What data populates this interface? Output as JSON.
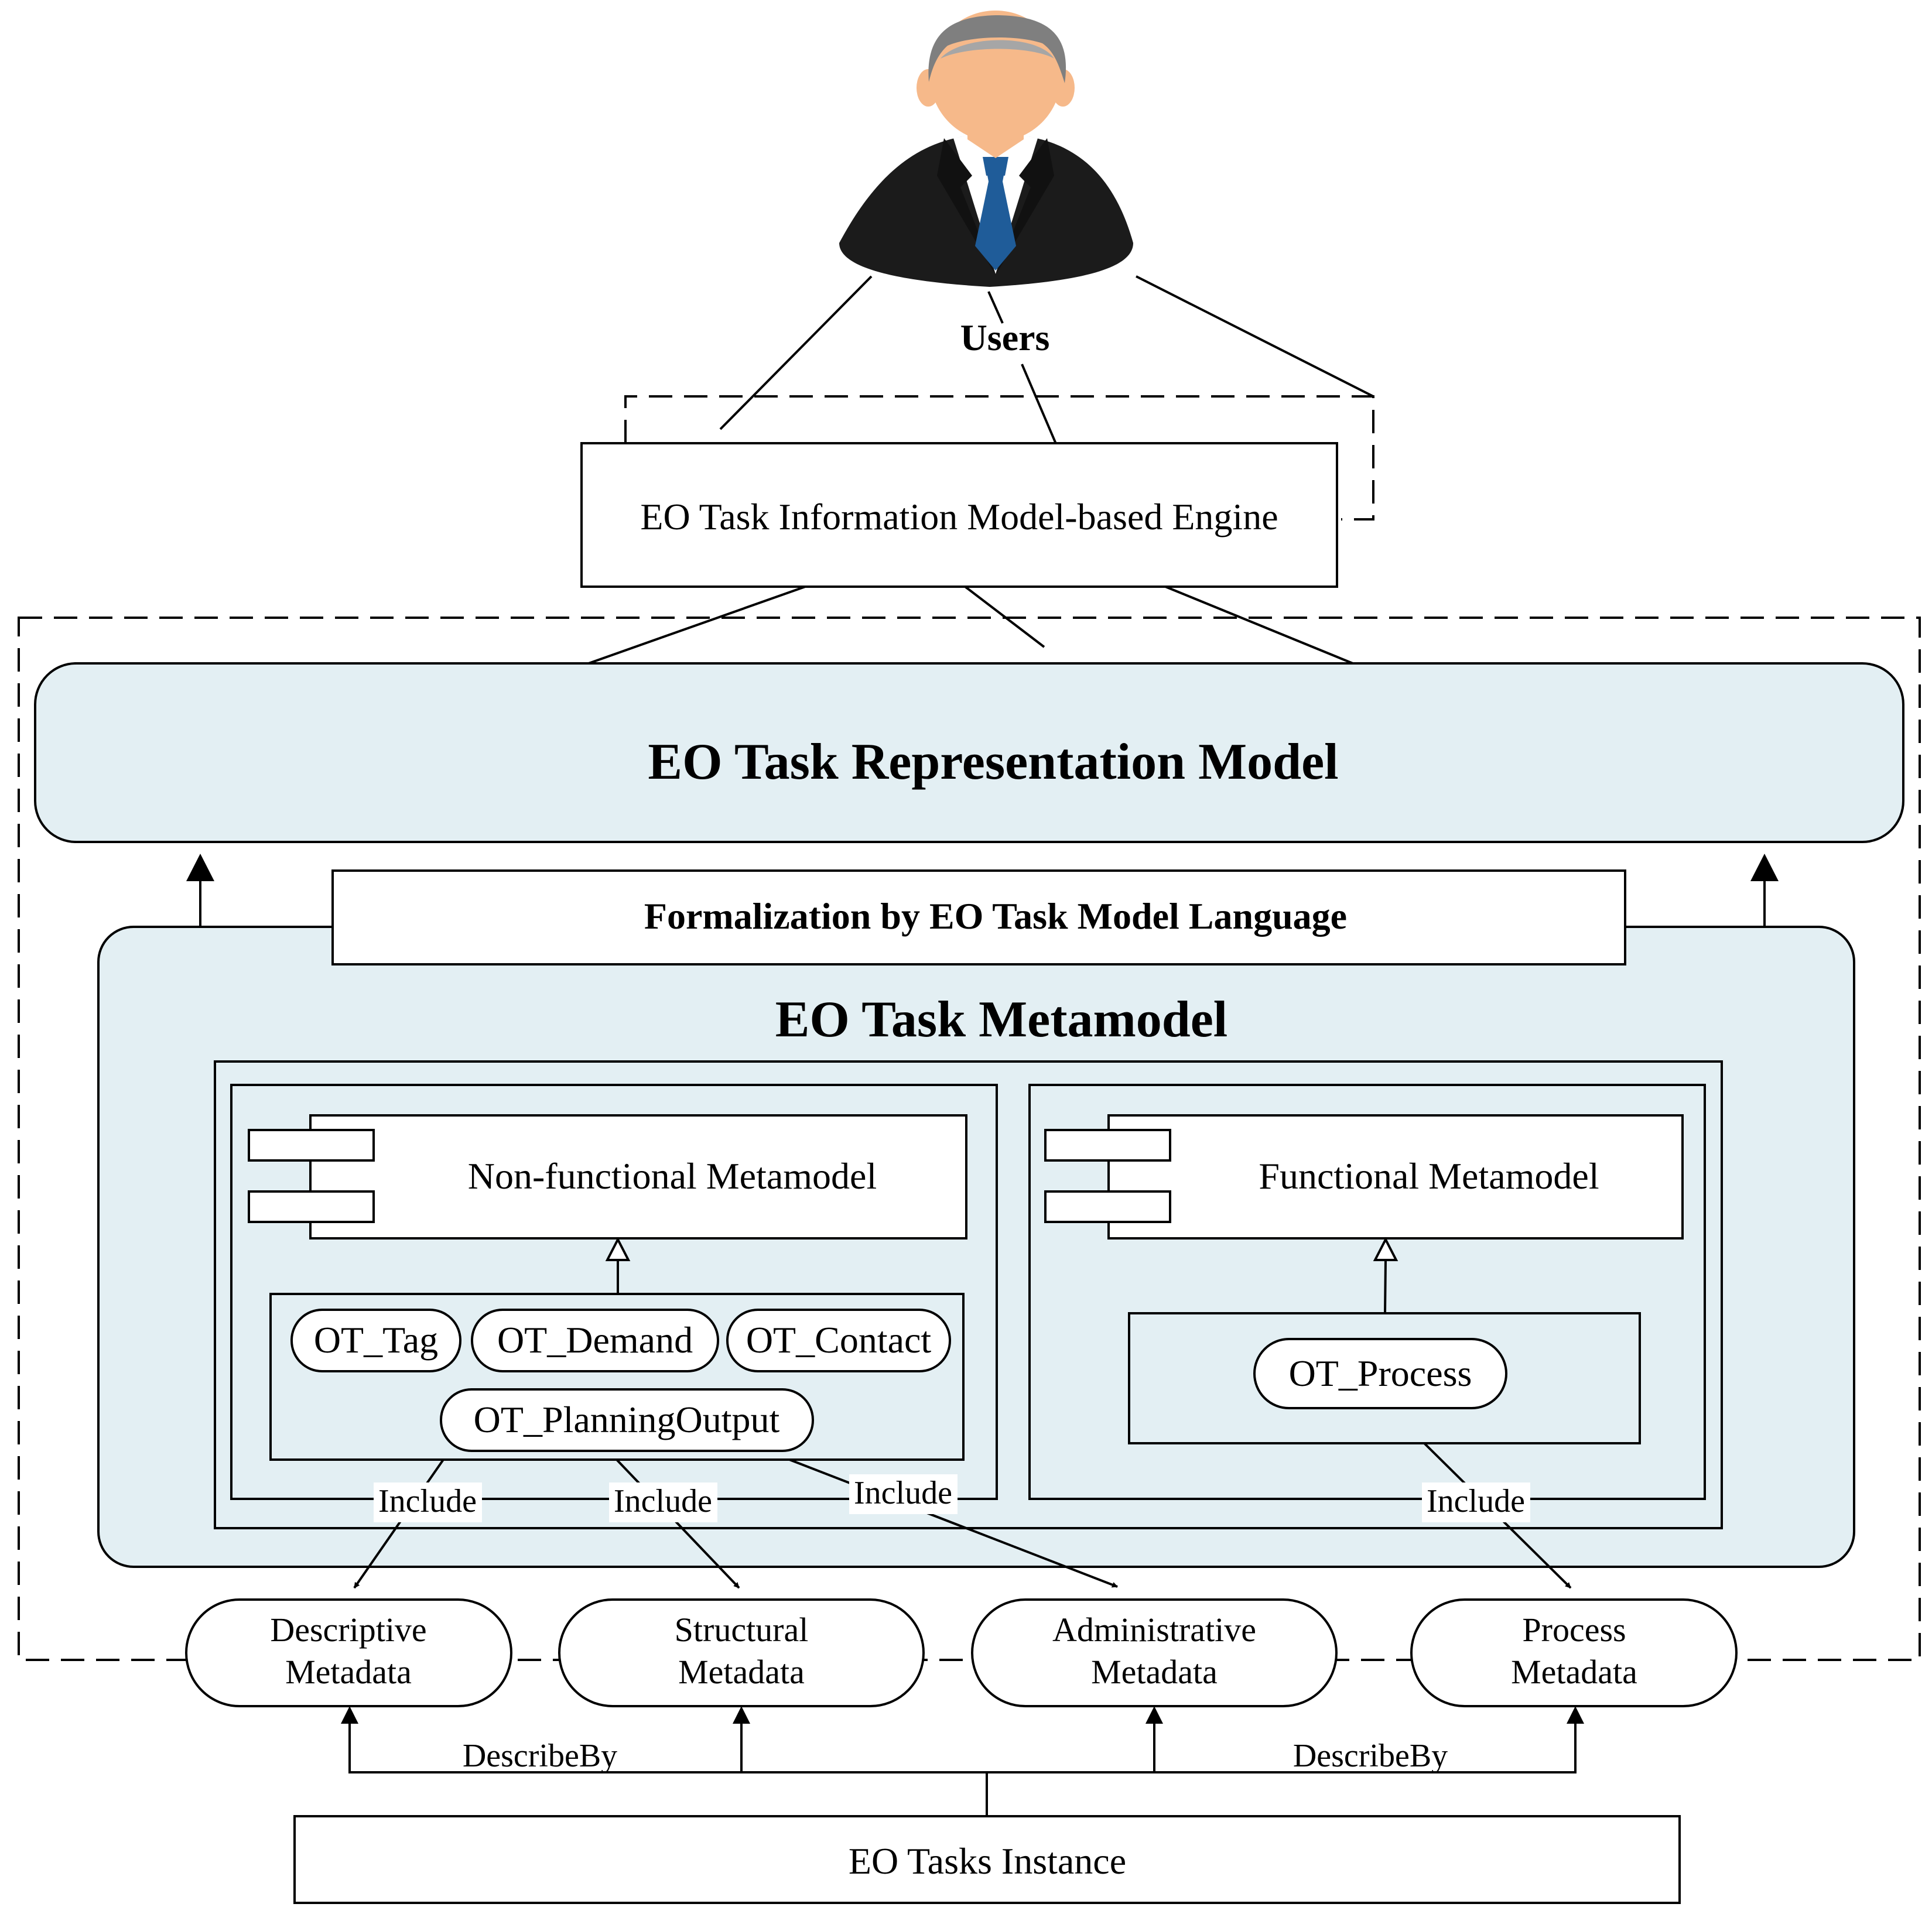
{
  "users": {
    "label": "Users"
  },
  "engine": {
    "label": "EO Task Information Model-based Engine"
  },
  "representation_model": {
    "label": "EO Task  Representation Model"
  },
  "formalization": {
    "label": "Formalization by EO Task  Model Language"
  },
  "metamodel": {
    "title": "EO Task Metamodel"
  },
  "non_functional": {
    "title": "Non-functional Metamodel",
    "classes": [
      "OT_Tag",
      "OT_Demand",
      "OT_Contact",
      "OT_PlanningOutput"
    ]
  },
  "functional": {
    "title": "Functional Metamodel",
    "classes": [
      "OT_Process"
    ]
  },
  "relations": {
    "include": "Include",
    "describe_by": "DescribeBy"
  },
  "metadata": [
    {
      "line1": "Descriptive",
      "line2": "Metadata"
    },
    {
      "line1": "Structural",
      "line2": "Metadata"
    },
    {
      "line1": "Administrative",
      "line2": "Metadata"
    },
    {
      "line1": "Process",
      "line2": "Metadata"
    }
  ],
  "instance": {
    "label": "EO Tasks Instance"
  },
  "colors": {
    "panel_fill": "#e3eff3",
    "suit": "#1b1b1b",
    "tie": "#1f5c99",
    "skin": "#f6b98a",
    "hair": "#7f7f7f"
  },
  "icons": {
    "user": "businessman-icon"
  }
}
